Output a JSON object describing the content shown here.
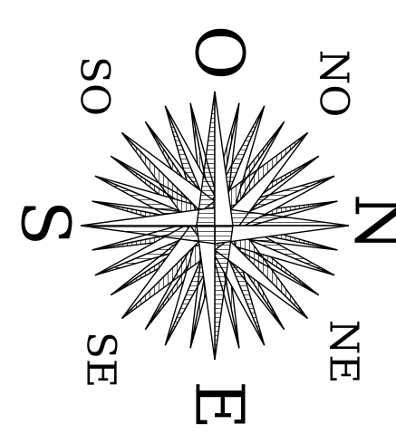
{
  "compass": {
    "labels": {
      "north": "N",
      "south": "S",
      "east": "E",
      "west": "O",
      "northeast": "NE",
      "southeast": "SE",
      "southwest": "SO",
      "northwest": "NO"
    },
    "style": {
      "ink": "#000000",
      "background": "#ffffff"
    }
  }
}
